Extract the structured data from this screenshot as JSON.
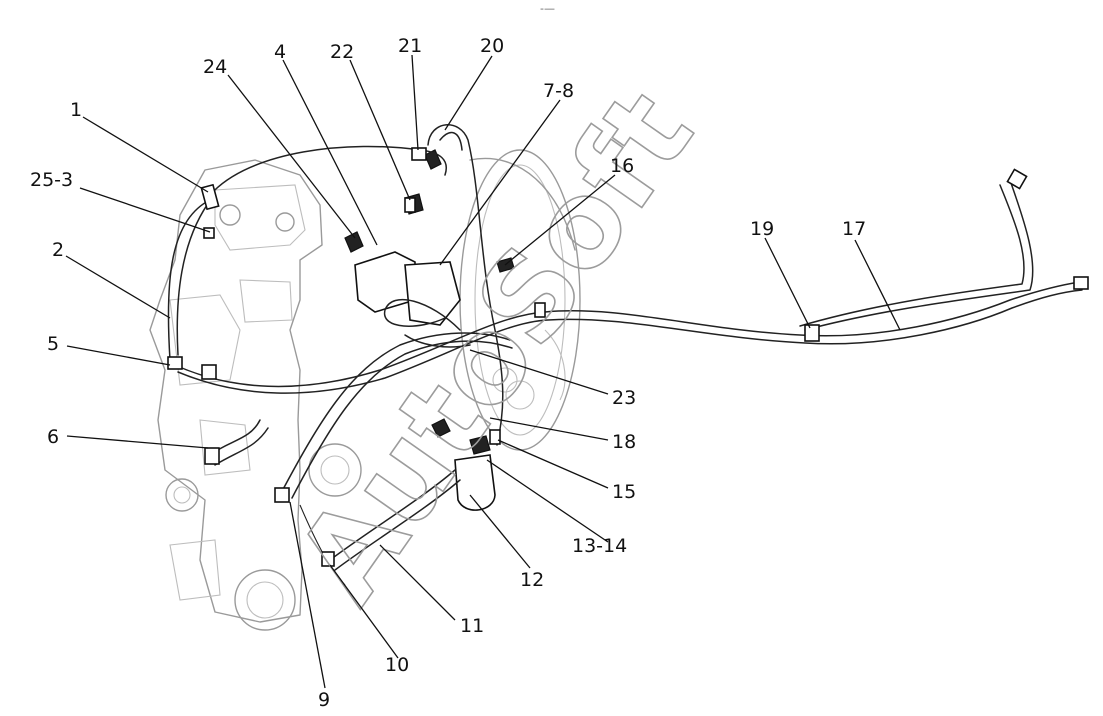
{
  "title_mark": "-—",
  "watermark": "AutoSoft",
  "callouts": [
    {
      "id": "c1",
      "text": "1"
    },
    {
      "id": "c2",
      "text": "2"
    },
    {
      "id": "c25_3",
      "text": "25-3"
    },
    {
      "id": "c24",
      "text": "24"
    },
    {
      "id": "c4",
      "text": "4"
    },
    {
      "id": "c22",
      "text": "22"
    },
    {
      "id": "c21",
      "text": "21"
    },
    {
      "id": "c20",
      "text": "20"
    },
    {
      "id": "c7_8",
      "text": "7-8"
    },
    {
      "id": "c16",
      "text": "16"
    },
    {
      "id": "c19",
      "text": "19"
    },
    {
      "id": "c17",
      "text": "17"
    },
    {
      "id": "c5",
      "text": "5"
    },
    {
      "id": "c6",
      "text": "6"
    },
    {
      "id": "c23",
      "text": "23"
    },
    {
      "id": "c18",
      "text": "18"
    },
    {
      "id": "c15",
      "text": "15"
    },
    {
      "id": "c13_14",
      "text": "13-14"
    },
    {
      "id": "c12",
      "text": "12"
    },
    {
      "id": "c11",
      "text": "11"
    },
    {
      "id": "c10",
      "text": "10"
    },
    {
      "id": "c9",
      "text": "9"
    }
  ]
}
